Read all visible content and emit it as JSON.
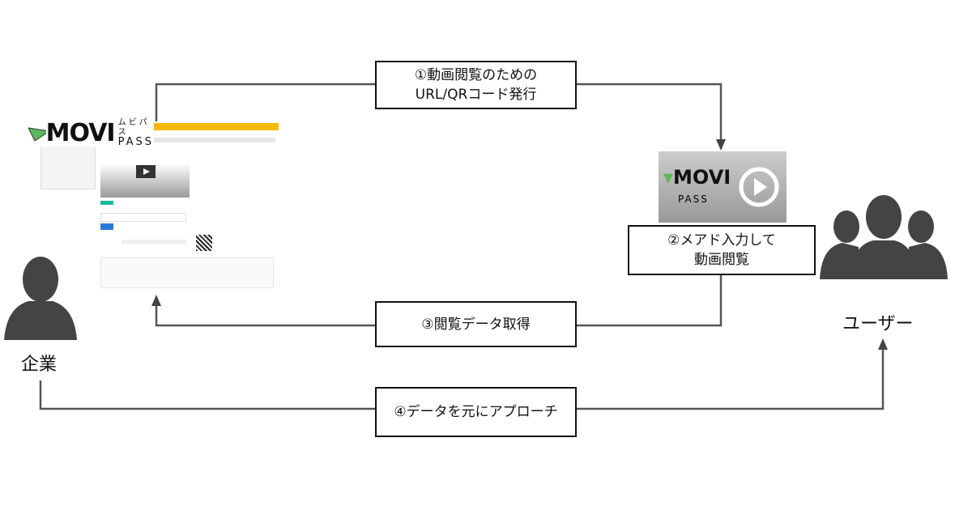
{
  "steps": [
    {
      "line1": "①動画閲覧のための",
      "line2": "URL/QRコード発行"
    },
    {
      "line1": "②メアド入力して",
      "line2": "動画閲覧"
    },
    {
      "line1": "③閲覧データ取得",
      "line2": ""
    },
    {
      "line1": "④データを元にアプローチ",
      "line2": ""
    }
  ],
  "actors": {
    "company": "企業",
    "user": "ユーザー"
  },
  "logo": {
    "brand": "MOVI",
    "kana": "ムビパス",
    "pass": "PASS"
  },
  "colors": {
    "accent": "#F5B800",
    "logo_green": "#5CB85C",
    "line": "#555555"
  },
  "icons": [
    "play-icon",
    "person-icon",
    "group-icon",
    "qr-code-icon"
  ]
}
